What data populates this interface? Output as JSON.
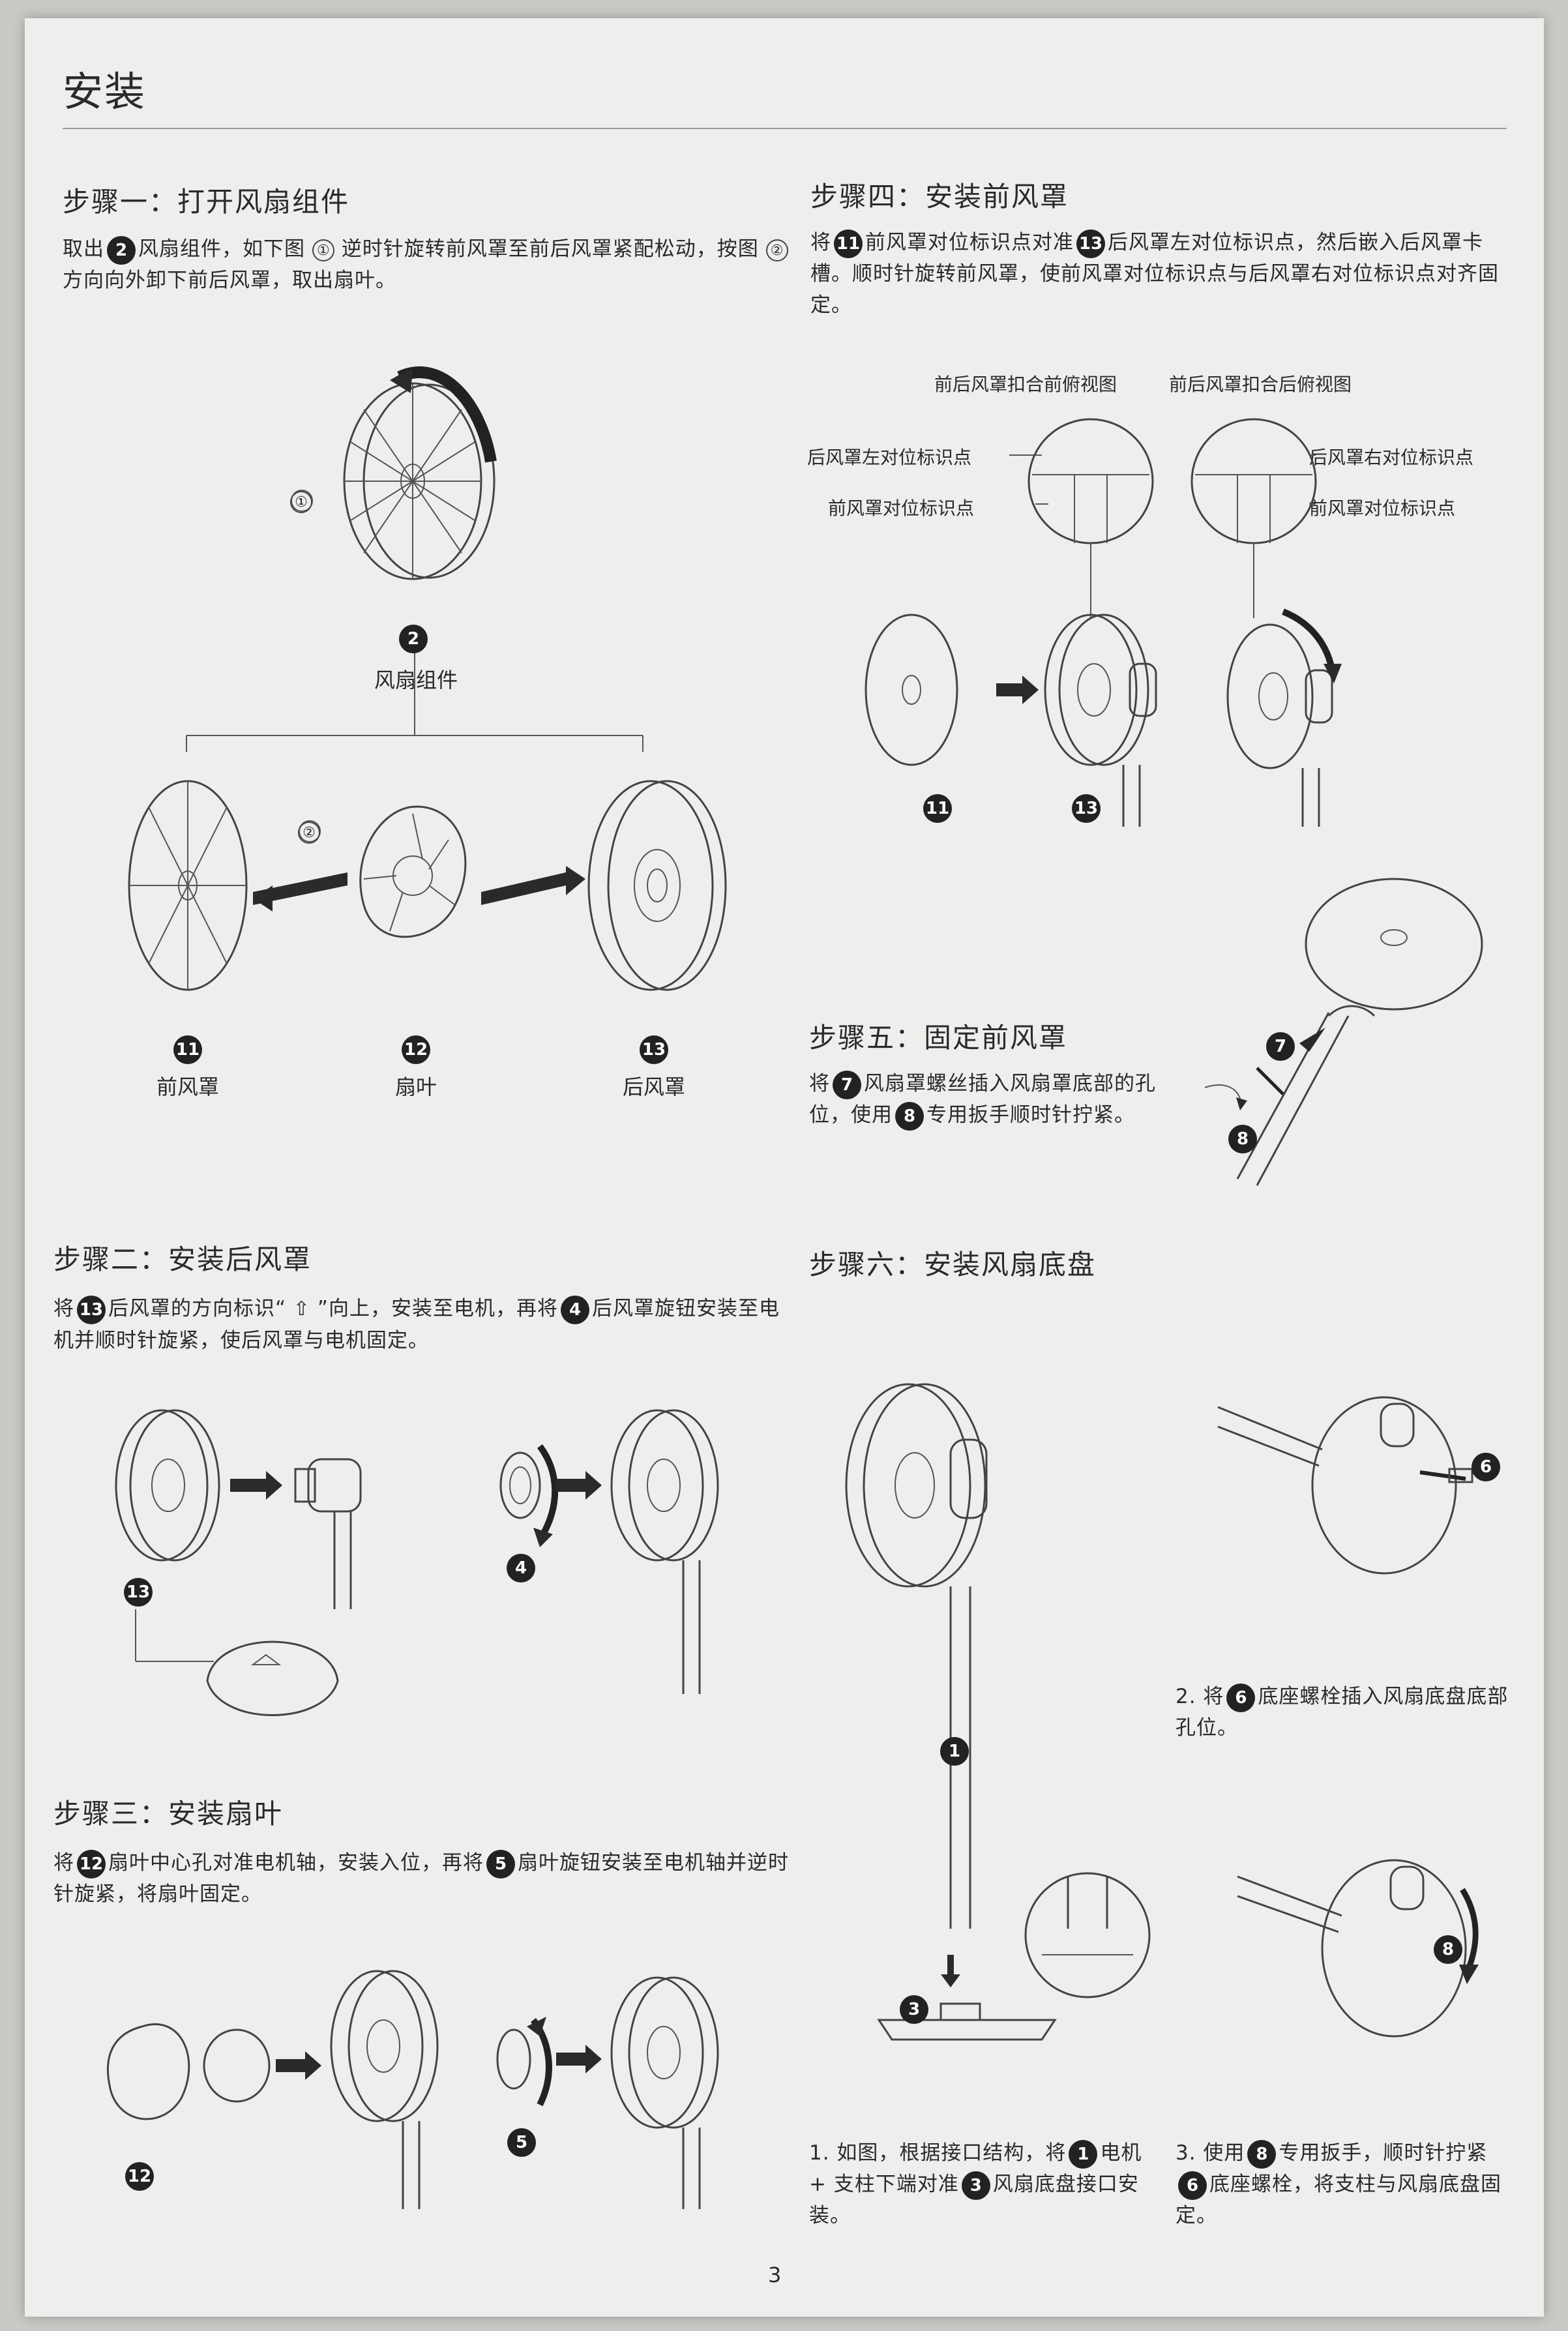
{
  "page": {
    "title": "安装",
    "page_number": "3"
  },
  "step1": {
    "heading": "步骤一：打开风扇组件",
    "text": [
      "取出",
      "风扇组件，如下图",
      "逆时针旋转前风罩至前后风罩紧配松动，按图",
      "方向向外卸下前后风罩，取出扇叶。"
    ],
    "badge_fan": "2",
    "circle1": "①",
    "circle2": "②",
    "fig_label_1": "①",
    "fig_label_2": "②",
    "assembly_label": "风扇组件",
    "parts": [
      {
        "badge": "11",
        "label": "前风罩"
      },
      {
        "badge": "12",
        "label": "扇叶"
      },
      {
        "badge": "13",
        "label": "后风罩"
      }
    ]
  },
  "step2": {
    "heading": "步骤二：安装后风罩",
    "text": [
      "将",
      "后风罩的方向标识“",
      "”向上，安装至电机，再将",
      "后风罩旋钮安装至电机并顺时针旋紧，使后风罩与电机固定。"
    ],
    "badge_a": "13",
    "badge_b": "4",
    "fig_badges": [
      "13",
      "4"
    ]
  },
  "step3": {
    "heading": "步骤三：安装扇叶",
    "text": [
      "将",
      "扇叶中心孔对准电机轴，安装入位，再将",
      "扇叶旋钮安装至电机轴并逆时针旋紧，将扇叶固定。"
    ],
    "badge_a": "12",
    "badge_b": "5",
    "fig_badges": [
      "12",
      "5"
    ]
  },
  "step4": {
    "heading": "步骤四：安装前风罩",
    "text": [
      "将",
      "前风罩对位标识点对准",
      "后风罩左对位标识点，然后嵌入后风罩卡槽。顺时针旋转前风罩，使前风罩对位标识点与后风罩右对位标识点对齐固定。"
    ],
    "badge_a": "11",
    "badge_b": "13",
    "view_before": "前后风罩扣合前俯视图",
    "view_after": "前后风罩扣合后俯视图",
    "callouts": [
      "后风罩左对位标识点",
      "前风罩对位标识点",
      "后风罩右对位标识点",
      "前风罩对位标识点"
    ],
    "fig_badges": [
      "11",
      "13"
    ]
  },
  "step5": {
    "heading": "步骤五：固定前风罩",
    "text": [
      "将",
      "风扇罩螺丝插入风扇罩底部的孔位，使用",
      "专用扳手顺时针拧紧。"
    ],
    "badge_a": "7",
    "badge_b": "8",
    "fig_badges": [
      "7",
      "8"
    ]
  },
  "step6": {
    "heading": "步骤六：安装风扇底盘",
    "note1": [
      "1. 如图，根据接口结构，将",
      "电机 + 支柱下端对准",
      "风扇底盘接口安装。"
    ],
    "note1_badges": [
      "1",
      "3"
    ],
    "note2": [
      "2. 将",
      "底座螺栓插入风扇底盘底部孔位。"
    ],
    "note2_badge": "6",
    "note3": [
      "3. 使用",
      "专用扳手，顺时针拧紧",
      "底座螺栓，将支柱与风扇底盘固定。"
    ],
    "note3_badges": [
      "8",
      "6"
    ],
    "fig_badges": [
      "1",
      "3",
      "6",
      "8"
    ]
  },
  "colors": {
    "paper": "#eeeeec",
    "ink": "#2a2a2a",
    "rule": "#9a9a98"
  }
}
